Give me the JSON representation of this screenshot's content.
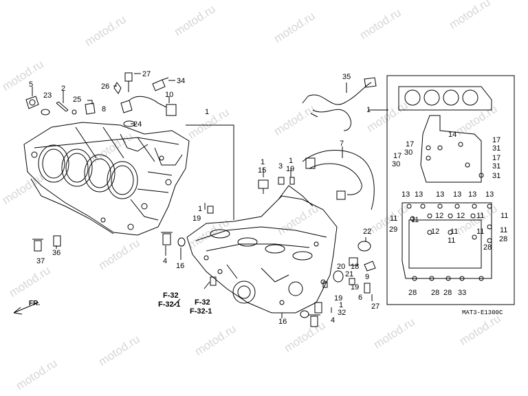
{
  "watermark": "motod.ru",
  "diagram_code": "MAT3-E1300C",
  "front_label": "FR.",
  "ref_left": [
    "F-32",
    "F-32-1"
  ],
  "ref_center": [
    "F-32",
    "F-32-1"
  ],
  "callouts": {
    "c1": "1",
    "c2": "2",
    "c4": "4",
    "c5": "5",
    "c6": "6",
    "c7": "7",
    "c8": "8",
    "c9": "9",
    "c10": "10",
    "c11": "11",
    "c12": "12",
    "c13": "13",
    "c14": "14",
    "c15": "15",
    "c16": "16",
    "c17": "17",
    "c18": "18",
    "c19": "19",
    "c20": "20",
    "c21": "21",
    "c22": "22",
    "c23": "23",
    "c24": "24",
    "c25": "25",
    "c26": "26",
    "c27": "27",
    "c28": "28",
    "c29": "29",
    "c30": "30",
    "c31": "31",
    "c32": "32",
    "c33": "33",
    "c34": "34",
    "c35": "35",
    "c36": "36",
    "c37": "37",
    "c3": "3"
  }
}
